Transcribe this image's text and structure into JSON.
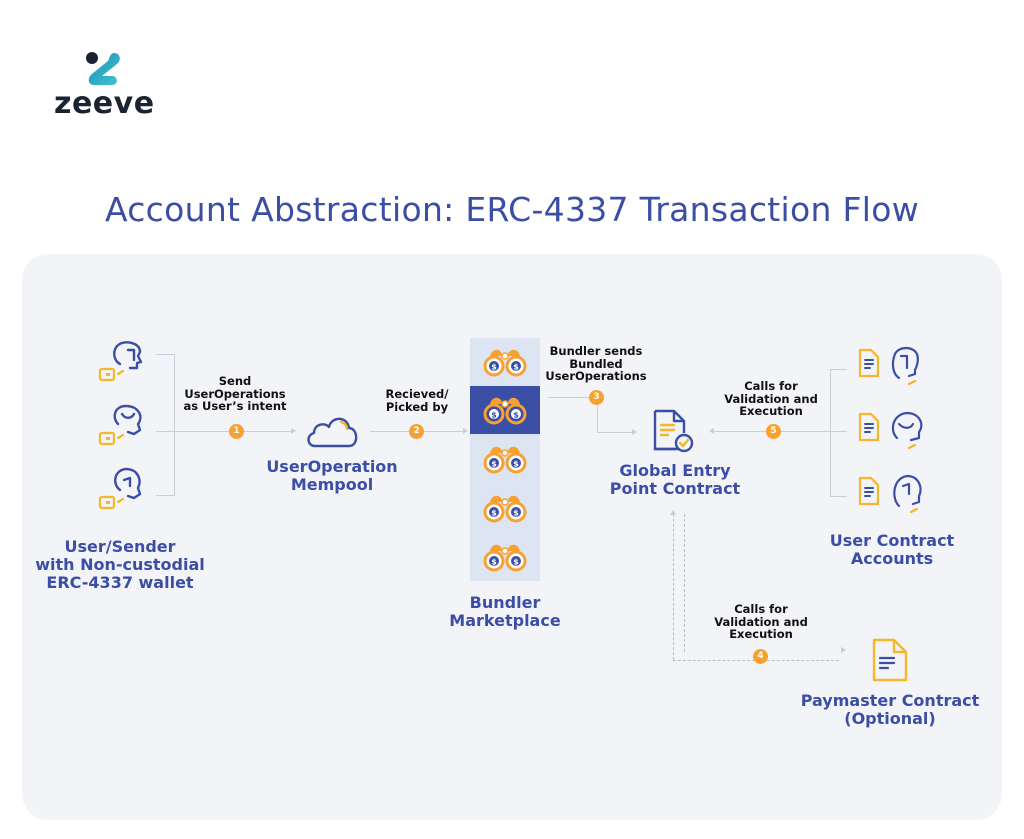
{
  "brand": {
    "name": "zeeve",
    "logo_colors": {
      "dot": "#1a2331",
      "gradient_start": "#1e8fb8",
      "gradient_end": "#41c4cf"
    }
  },
  "title": "Account Abstraction: ERC-4337 Transaction Flow",
  "colors": {
    "primary": "#3b4ea6",
    "accent": "#f7a130",
    "icon_yellow": "#f4b62a",
    "panel_bg": "#f3f4f8",
    "bundler_bg": "#dde5f3"
  },
  "nodes": {
    "user_sender": {
      "label_lines": [
        "User/Sender",
        "with Non-custodial",
        "ERC-4337 wallet"
      ],
      "icons": [
        "user-wallet-icon",
        "user-wallet-icon",
        "user-wallet-icon"
      ]
    },
    "mempool": {
      "label_lines": [
        "UserOperation",
        "Mempool"
      ],
      "icon": "cloud-icon"
    },
    "bundler": {
      "label_lines": [
        "Bundler",
        "Marketplace"
      ],
      "icon": "binoculars-dollar-icon",
      "count": 5,
      "active_index": 1
    },
    "entry_point": {
      "label_lines": [
        "Global Entry",
        "Point Contract"
      ],
      "icon": "document-check-icon"
    },
    "user_contracts": {
      "label_lines": [
        "User Contract",
        "Accounts"
      ],
      "icons": [
        "contract-user-icon",
        "contract-user-icon",
        "contract-user-icon"
      ]
    },
    "paymaster": {
      "label_lines": [
        "Paymaster Contract",
        "(Optional)"
      ],
      "icon": "document-icon"
    }
  },
  "steps": [
    {
      "number": "1",
      "label_lines": [
        "Send",
        "UserOperations",
        "as User’s intent"
      ]
    },
    {
      "number": "2",
      "label_lines": [
        "Recieved/",
        "Picked by"
      ]
    },
    {
      "number": "3",
      "label_lines": [
        "Bundler sends",
        "Bundled",
        "UserOperations"
      ]
    },
    {
      "number": "4",
      "label_lines": [
        "Calls for",
        "Validation and",
        "Execution"
      ]
    },
    {
      "number": "5",
      "label_lines": [
        "Calls for",
        "Validation and",
        "Execution"
      ]
    }
  ]
}
